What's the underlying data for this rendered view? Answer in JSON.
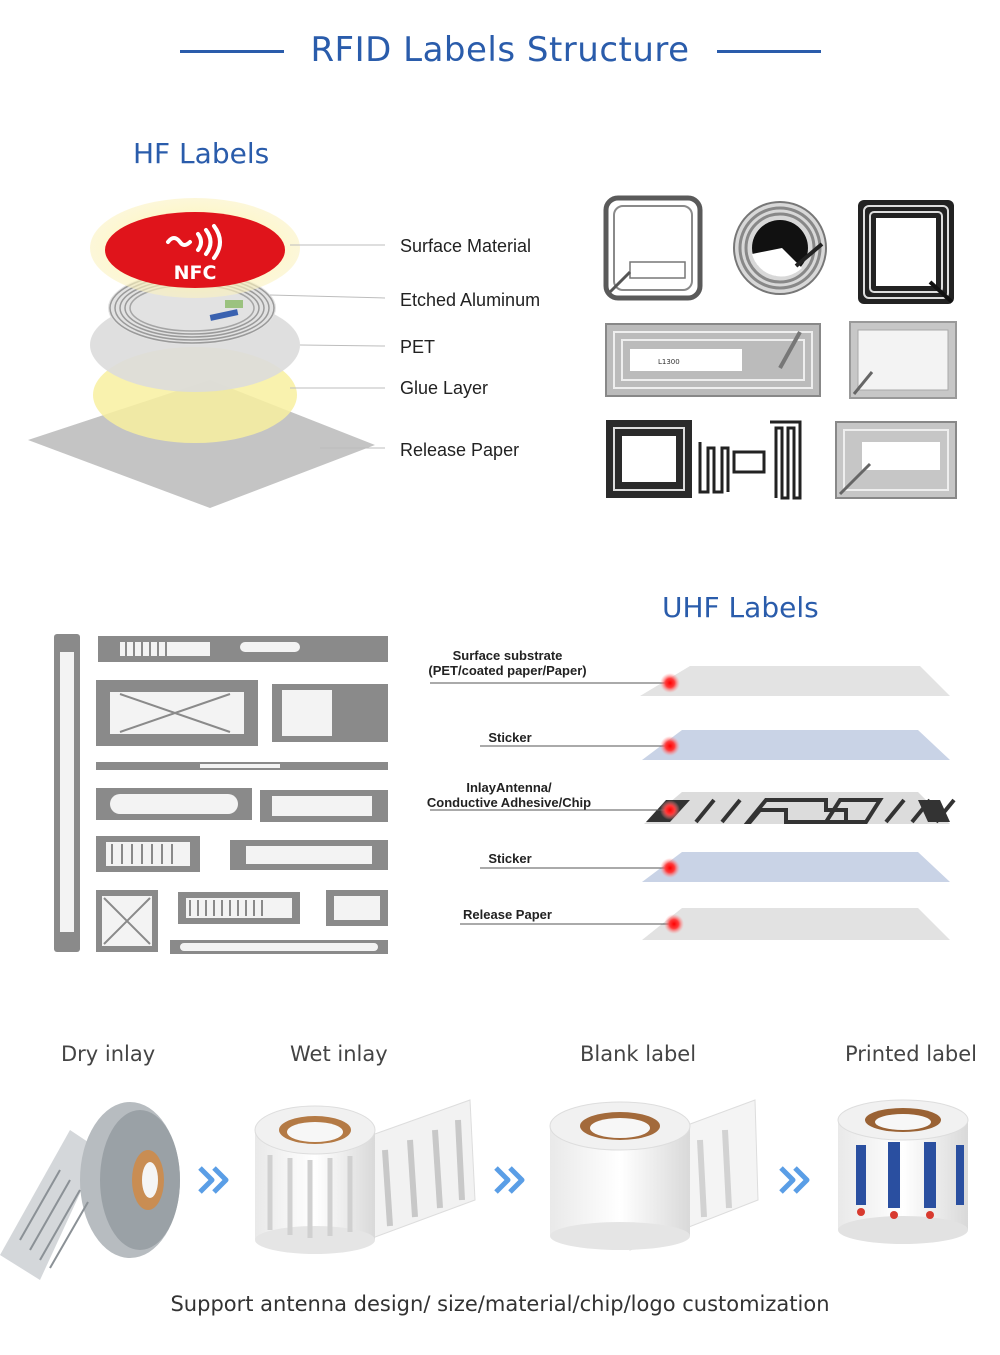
{
  "page": {
    "title": "RFID Labels Structure",
    "footer": "Support antenna design/ size/material/chip/logo customization"
  },
  "hf": {
    "title": "HF Labels",
    "nfc_logo_text": "NFC",
    "layers": [
      "Surface Material",
      "Etched Aluminum",
      "PET",
      "Glue Layer",
      "Release Paper"
    ],
    "inlay_text": "L1300"
  },
  "uhf": {
    "title": "UHF Labels",
    "layers": [
      {
        "line1": "Surface substrate",
        "line2": "(PET/coated paper/Paper)"
      },
      {
        "line1": "Sticker",
        "line2": ""
      },
      {
        "line1": "InlayAntenna/",
        "line2": "Conductive Adhesive/Chip"
      },
      {
        "line1": "Sticker",
        "line2": ""
      },
      {
        "line1": "Release Paper",
        "line2": ""
      }
    ]
  },
  "process": {
    "stages": [
      "Dry inlay",
      "Wet inlay",
      "Blank label",
      "Printed label"
    ],
    "arrow_icon": "double-chevron-right-icon"
  },
  "colors": {
    "accent_blue": "#2a5cab",
    "nfc_red": "#e0141b",
    "glue_yellow": "#f7f0a8",
    "antenna_gray": "#8a8a8a",
    "chip_red": "#ff2a2a"
  }
}
